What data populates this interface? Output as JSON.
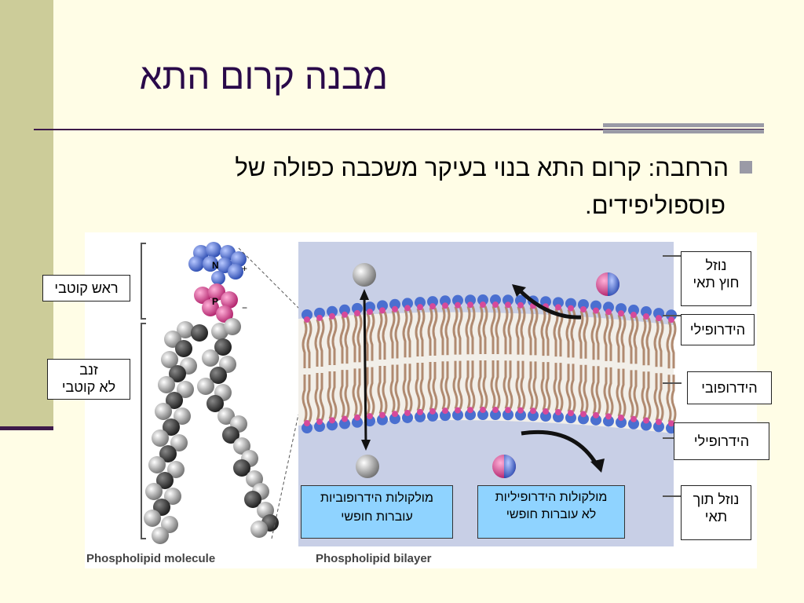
{
  "slide": {
    "title": "מבנה קרום התא",
    "bullet_line1": "הרחבה:  קרום התא בנוי בעיקר משכבה כפולה של",
    "bullet_line2": "פוספוליפידים."
  },
  "figure": {
    "caption_left": "Phospholipid molecule",
    "caption_right": "Phospholipid bilayer",
    "atom_n": "N",
    "atom_p": "P",
    "sign_plus": "+",
    "sign_minus": "−"
  },
  "labels": {
    "polar_head": "ראש קוטבי",
    "tail_line1": "זנב",
    "tail_line2": "לא קוטבי",
    "extracellular_line1": "נוזל",
    "extracellular_line2": "חוץ תאי",
    "hydrophilic_top": "הידרופילי",
    "hydrophobic": "הידרופובי",
    "hydrophilic_bottom": "הידרופילי",
    "intracellular_line1": "נוזל תוך",
    "intracellular_line2": "תאי",
    "hydrophobic_molecules_line1": "מולקולות הידרופוביות",
    "hydrophobic_molecules_line2": "עוברות חופשי",
    "hydrophilic_molecules_line1": "מולקולות הידרופיליות",
    "hydrophilic_molecules_line2": "לא עוברות חופשי"
  },
  "colors": {
    "background": "#fffde6",
    "sidebar": "#cccc99",
    "title": "#2a0a4a",
    "head_blue": "#4a6fd0",
    "head_pink": "#d64a9a",
    "tail": "#b89a82",
    "info_box": "#8fd3ff"
  }
}
